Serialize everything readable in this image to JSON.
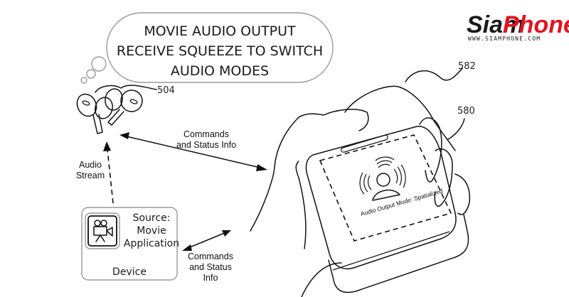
{
  "thought_bubble": {
    "lines": [
      "MOVIE AUDIO OUTPUT",
      "RECEIVE SQUEEZE TO SWITCH",
      "AUDIO MODES"
    ]
  },
  "logo": {
    "brand_part1": "Siam",
    "brand_part2": "Phone",
    "url": "WWW.SIAMPHONE.COM",
    "colors": {
      "dark": "#1a1a1a",
      "accent": "#e0141e"
    }
  },
  "reference_numbers": {
    "earbuds": "504",
    "hand": "582",
    "case": "580"
  },
  "arrows": {
    "earbuds_to_case": {
      "line1": "Commands",
      "line2": "and Status Info"
    },
    "device_to_case": {
      "line1": "Commands",
      "line2": "and Status",
      "line3": "Info"
    },
    "audio_stream": {
      "line1": "Audio",
      "line2": "Stream"
    }
  },
  "device_box": {
    "source_lines": [
      "Source:",
      "Movie",
      "Application"
    ],
    "device_label": "Device",
    "icon": "movie-camera-icon"
  },
  "case_screen": {
    "icon": "spatial-audio-person-icon",
    "status_text": "Audio Output Mode: Spatialized"
  }
}
